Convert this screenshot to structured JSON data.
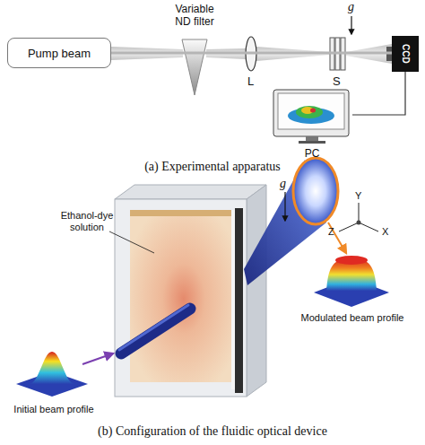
{
  "diagram": {
    "nodes": [
      {
        "text": [
          "Pump beam"
        ]
      },
      {
        "text": [
          "CCD"
        ]
      },
      {
        "text": [
          "PC"
        ]
      }
    ],
    "edges": [
      {
        "from": 0,
        "to": 1,
        "arrow": "none"
      },
      {
        "from": 1,
        "to": 2,
        "arrow": "none"
      }
    ],
    "labels": [
      "Variable ND filter",
      "L",
      "S",
      "g",
      "(a) Experimental apparatus",
      "Ethanol-dye solution",
      "g",
      "Y",
      "Z",
      "X",
      "Initial beam profile",
      "Modulated beam profile",
      "(b) Configuration of the fluidic optical device"
    ]
  }
}
